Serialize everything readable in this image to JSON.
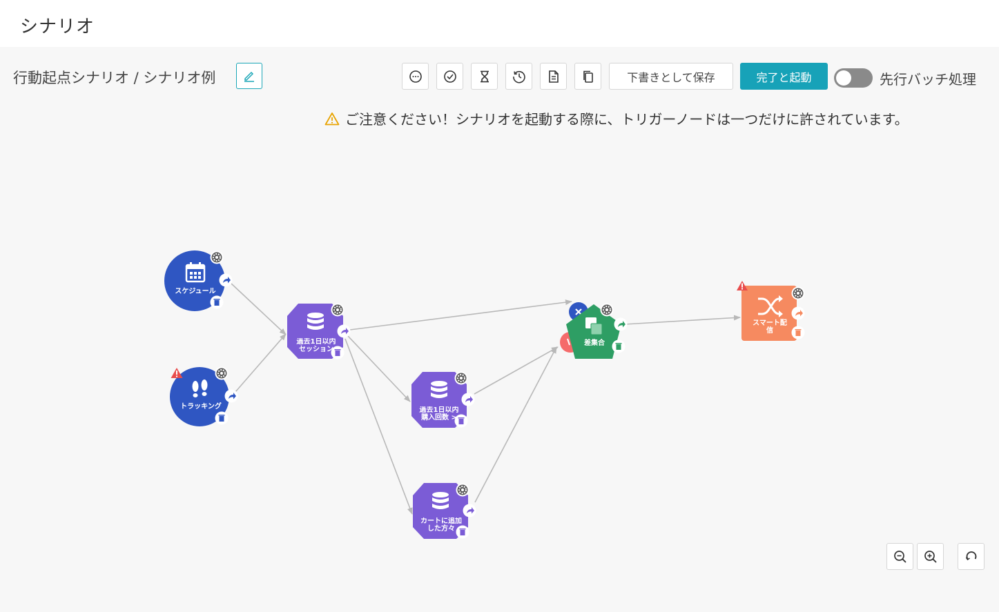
{
  "header": {
    "title": "シナリオ"
  },
  "breadcrumb": {
    "text": "行動起点シナリオ / シナリオ例"
  },
  "toolbar": {
    "icons": [
      "comment-icon",
      "check-circle-icon",
      "hourglass-icon",
      "history-icon",
      "document-icon",
      "copy-icon"
    ],
    "draft_label": "下書きとして保存",
    "launch_label": "完了と起動",
    "toggle_label": "先行バッチ処理"
  },
  "warning": {
    "text": "ご注意ください！シナリオを起動する際に、トリガーノードは一つだけに許されています。"
  },
  "nodes": {
    "schedule": {
      "label": "スケジュール",
      "color": "#2f56c2"
    },
    "tracking": {
      "label": "トラッキング",
      "color": "#2f56c2"
    },
    "session": {
      "label": "過去1日以内セッション",
      "color": "#7b5cd6"
    },
    "purchase": {
      "label": "過去1日以内購入回数 >",
      "color": "#7b5cd6"
    },
    "cart": {
      "label": "カートに追加した方々",
      "color": "#7b5cd6"
    },
    "diff": {
      "label": "差集合",
      "color": "#2e9e64"
    },
    "smart": {
      "label": "スマート配信",
      "color": "#f68a60"
    }
  },
  "colors": {
    "accent": "#17a2b8",
    "warning": "#e8a300",
    "error": "#e84c4c",
    "edge": "#b8b8b8"
  }
}
